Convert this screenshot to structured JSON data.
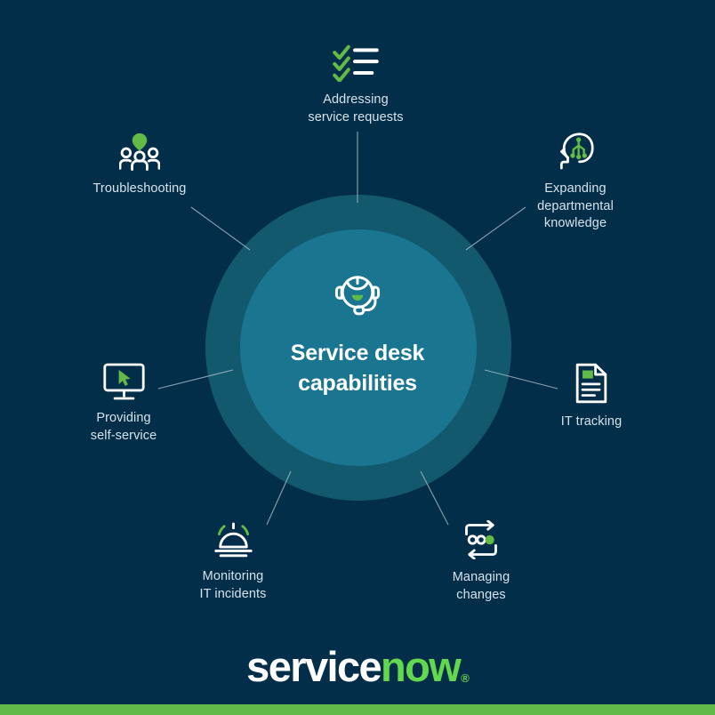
{
  "page": {
    "background_color": "#032e4a",
    "accent_green": "#62bb46",
    "ring_outer_color": "#13596e",
    "ring_inner_color": "#1a7590",
    "line_color": "#9fb6c4"
  },
  "center": {
    "icon": "headset-support-agent-icon",
    "title": "Service desk\ncapabilities"
  },
  "nodes": [
    {
      "id": "addressing",
      "icon": "checklist-icon",
      "label": "Addressing\nservice requests"
    },
    {
      "id": "troubleshooting",
      "icon": "people-group-icon",
      "label": "Troubleshooting"
    },
    {
      "id": "expanding",
      "icon": "head-brain-circuit-icon",
      "label": "Expanding\ndepartmental\nknowledge"
    },
    {
      "id": "selfservice",
      "icon": "monitor-cursor-icon",
      "label": "Providing\nself-service"
    },
    {
      "id": "ittracking",
      "icon": "document-report-icon",
      "label": "IT tracking"
    },
    {
      "id": "monitoring",
      "icon": "service-bell-alert-icon",
      "label": "Monitoring\nIT incidents"
    },
    {
      "id": "managing",
      "icon": "cycle-arrows-icon",
      "label": "Managing\nchanges"
    }
  ],
  "footer": {
    "logo_text_primary": "service",
    "logo_text_accent": "now",
    "logo_registered_mark": "®"
  }
}
